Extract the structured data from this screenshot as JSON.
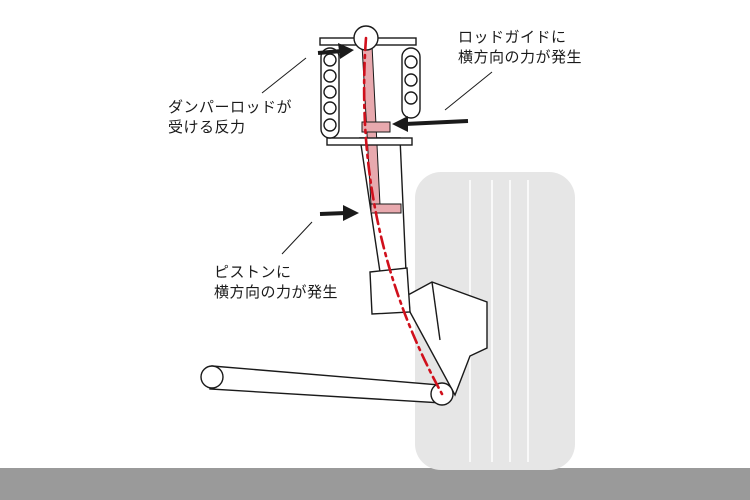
{
  "labels": {
    "rod_guide": {
      "line1": "ロッドガイドに",
      "line2": "横方向の力が発生"
    },
    "damper_rod": {
      "line1": "ダンパーロッドが",
      "line2": "受ける反力"
    },
    "piston": {
      "line1": "ピストンに",
      "line2": "横方向の力が発生"
    }
  },
  "colors": {
    "outline": "#1a1a1a",
    "rod_fill": "#e8a9ae",
    "load_path": "#d0101c",
    "tire_fill": "#e6e6e6",
    "ground": "#9a9a9a",
    "arrow": "#1a1a1a"
  }
}
